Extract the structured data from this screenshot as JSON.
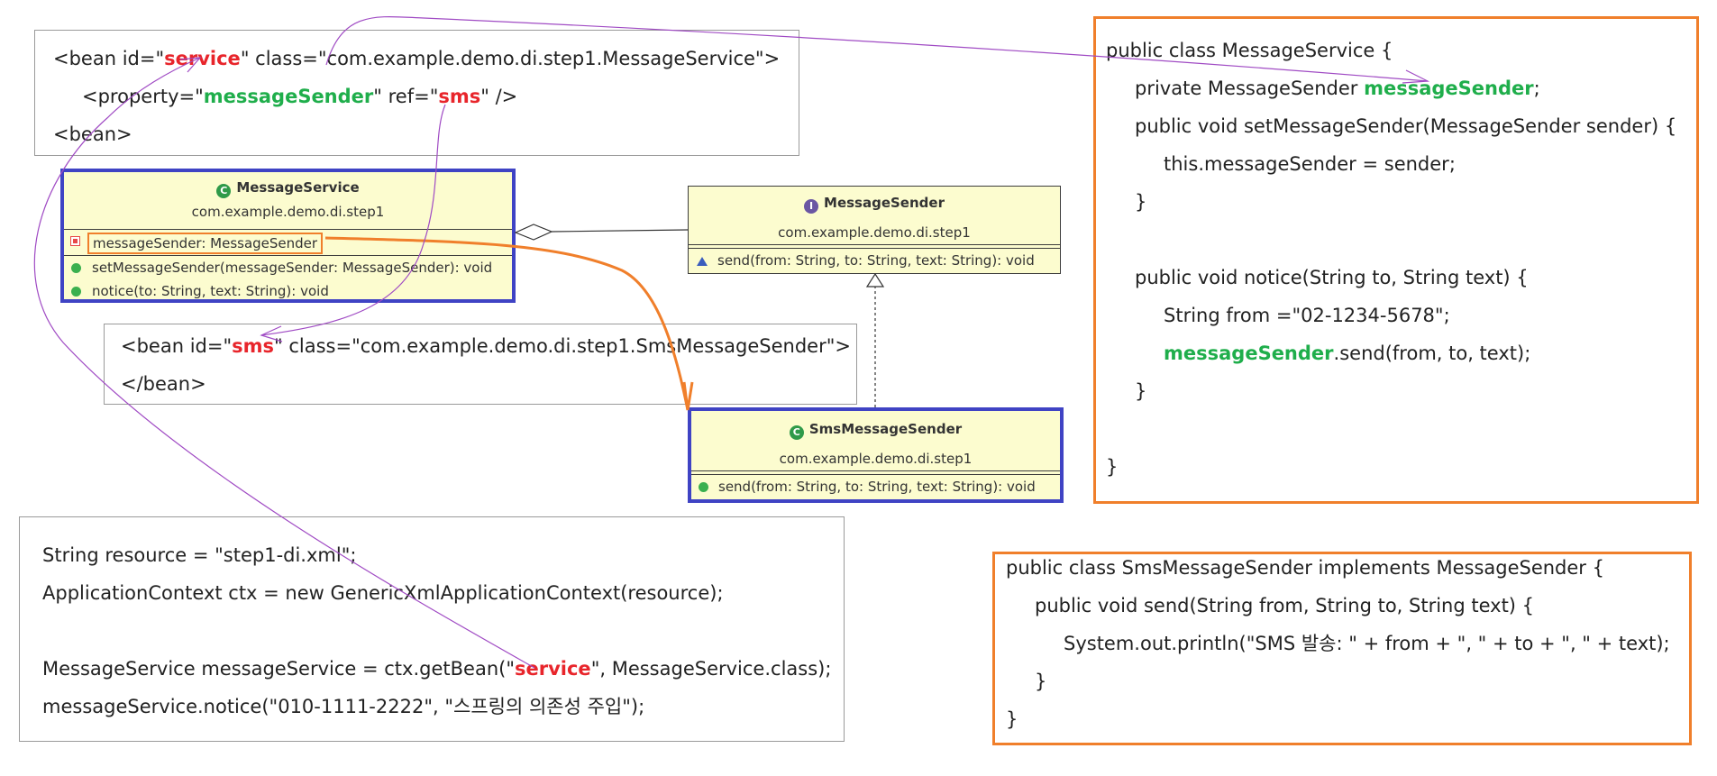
{
  "xml_service": {
    "line1_pre": "<bean id=\"",
    "line1_id": "service",
    "line1_post": "\" class=\"com.example.demo.di.step1.MessageService\">",
    "line2_pre": "<property=\"",
    "line2_prop": "messageSender",
    "line2_mid": "\" ref=\"",
    "line2_ref": "sms",
    "line2_post": "\" />",
    "line3": "<bean>"
  },
  "xml_sms": {
    "line1_pre": "<bean id=\"",
    "line1_id": "sms",
    "line1_post": "\" class=\"com.example.demo.di.step1.SmsMessageSender\">",
    "line2": "</bean>"
  },
  "uml_message_service": {
    "icon": "C",
    "title": "MessageService",
    "package": "com.example.demo.di.step1",
    "field": "messageSender: MessageSender",
    "methods": [
      "setMessageSender(messageSender: MessageSender): void",
      "notice(to: String, text: String): void"
    ]
  },
  "uml_message_sender": {
    "icon": "I",
    "title": "MessageSender",
    "package": "com.example.demo.di.step1",
    "methods": [
      "send(from: String, to: String, text: String): void"
    ]
  },
  "uml_sms_sender": {
    "icon": "C",
    "title": "SmsMessageSender",
    "package": "com.example.demo.di.step1",
    "methods": [
      "send(from: String, to: String, text: String): void"
    ]
  },
  "java_message_service": {
    "l1": "public class MessageService {",
    "l2_pre": "private MessageSender ",
    "l2_field": "messageSender",
    "l2_post": ";",
    "l3": "public void setMessageSender(MessageSender sender) {",
    "l4": "this.messageSender = sender;",
    "l5": "}",
    "l6": "public void notice(String to, String text) {",
    "l7": "String from =\"02-1234-5678\";",
    "l8_field": "messageSender",
    "l8_post": ".send(from, to, text);",
    "l9": "}",
    "l10": "}"
  },
  "java_sms_sender": {
    "l1": "public class SmsMessageSender implements MessageSender {",
    "l2": "public void send(String from, String to, String text) {",
    "l3": "System.out.println(\"SMS 발송: \" + from + \", \" + to + \", \" + text);",
    "l4": "}",
    "l5": "}"
  },
  "main_code": {
    "l1": "String resource = \"step1-di.xml\";",
    "l2": "ApplicationContext ctx = new GenericXmlApplicationContext(resource);",
    "l3_pre": "MessageService messageService = ctx.getBean(\"",
    "l3_bean": "service",
    "l3_post": "\", MessageService.class);",
    "l4": "messageService.notice(\"010-1111-2222\", \"스프링의 의존성 주입\");"
  },
  "colors": {
    "bean_id": "#e8252b",
    "property_name": "#1fae4b",
    "connector_orange": "#f07f2b",
    "connector_purple": "#a04bc4",
    "uml_fill": "#fcfccf",
    "uml_highlight_border": "#3f43c4"
  }
}
